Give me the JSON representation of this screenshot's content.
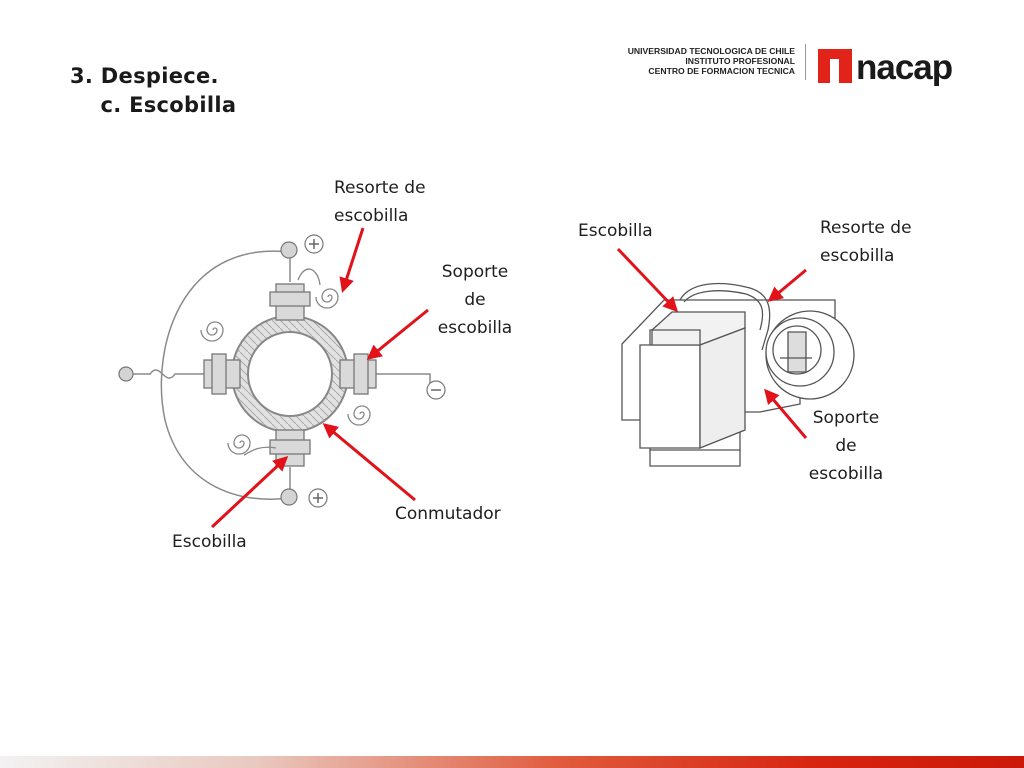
{
  "slide": {
    "title_line1": "3. Despiece.",
    "title_line2": "    c. Escobilla"
  },
  "logo": {
    "text_line1": "UNIVERSIDAD TECNOLOGICA DE CHILE",
    "text_line2": "INSTITUTO PROFESIONAL",
    "text_line3": "CENTRO DE FORMACION TECNICA",
    "brand": "inacap",
    "brand_color": "#e2231a"
  },
  "left_diagram": {
    "label_resorte": "Resorte de\nescobilla",
    "label_soporte": "Soporte\nde\nescobilla",
    "label_conmutador": "Conmutador",
    "label_escobilla": "Escobilla",
    "plus_symbol": "+",
    "minus_symbol": "−"
  },
  "right_diagram": {
    "label_escobilla": "Escobilla",
    "label_resorte": "Resorte de\nescobilla",
    "label_soporte": "Soporte\nde\nescobilla"
  },
  "colors": {
    "arrow": "#e1121a",
    "line": "#777777"
  }
}
